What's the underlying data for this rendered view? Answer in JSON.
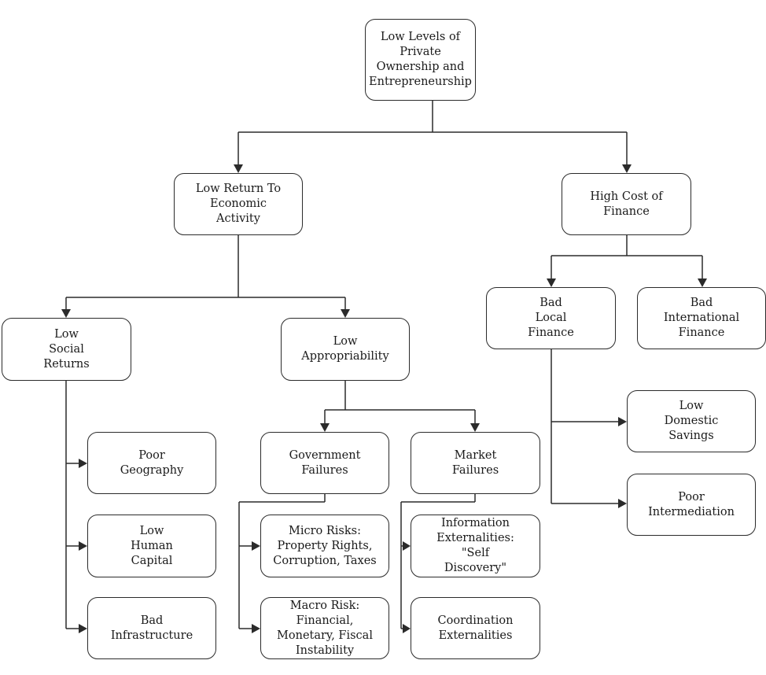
{
  "nodes": {
    "root": "Low Levels of\nPrivate\nOwnership and\nEntrepreneurship",
    "low_return": "Low Return To\nEconomic\nActivity",
    "high_cost": "High Cost of\nFinance",
    "low_social": "Low\nSocial\nReturns",
    "low_appropriability": "Low\nAppropriability",
    "bad_local_finance": "Bad\nLocal\nFinance",
    "bad_international_finance": "Bad\nInternational\nFinance",
    "low_domestic_savings": "Low\nDomestic\nSavings",
    "poor_intermediation": "Poor\nIntermediation",
    "poor_geography": "Poor\nGeography",
    "low_human_capital": "Low\nHuman\nCapital",
    "bad_infrastructure": "Bad\nInfrastructure",
    "government_failures": "Government\nFailures",
    "market_failures": "Market\nFailures",
    "micro_risks": "Micro Risks:\nProperty Rights,\nCorruption, Taxes",
    "macro_risk": "Macro Risk: Financial,\nMonetary, Fiscal\nInstability",
    "information_externalities": "Information\nExternalities:\n\"Self\nDiscovery\"",
    "coordination_externalities": "Coordination\nExternalities"
  }
}
